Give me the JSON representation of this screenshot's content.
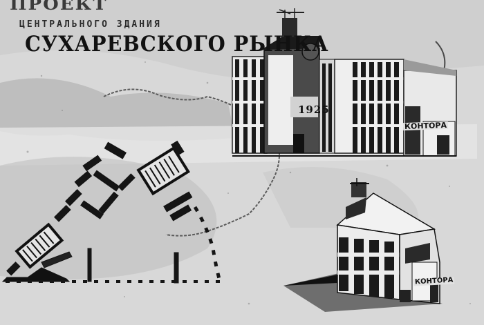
{
  "title": {
    "line1": "ПРОЕКТ",
    "line2": "ЦЕНТРАЛЬНОГО ЗДАНИЯ",
    "line3": "СУХАРЕВСКОГО РЫНКА"
  },
  "facade": {
    "year": "1925",
    "sign": "КОНТОРА"
  },
  "perspective": {
    "sign": "КОНТОРА"
  },
  "colors": {
    "paper": "#d9d9d9",
    "ink": "#1a1a1a",
    "wash": "#b5b5b5"
  }
}
